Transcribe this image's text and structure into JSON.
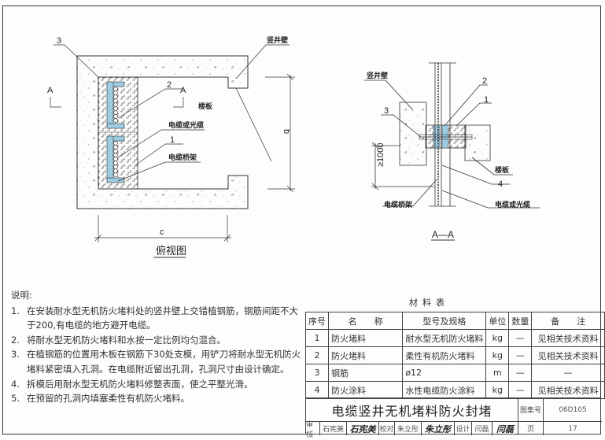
{
  "plan_view": {
    "label_3": "3",
    "label_2": "2",
    "label_1": "1",
    "label_shaft_wall": "竖井壁",
    "label_floor_slab": "楼板",
    "label_cable": "电缆或光缆",
    "label_tray": "电缆桥架",
    "section_mark_left": "A",
    "section_mark_right": "A",
    "dim_b": "b",
    "dim_c": "c",
    "title": "俯视图"
  },
  "section_view": {
    "label_shaft_wall": "竖井壁",
    "label_2": "2",
    "label_1": "1",
    "label_3": "3",
    "label_4": "4",
    "label_floor_slab": "楼板",
    "label_tray": "电缆桥架",
    "label_cable": "电缆或光缆",
    "dim_height": "≥1000",
    "title": "A—A"
  },
  "notes": {
    "title": "说明:",
    "items": [
      {
        "n": "1.",
        "text": "在安装耐水型无机防火堵料处的竖井壁上交错植钢筋，钢筋间距不大于200,有电缆的地方避开电缆。"
      },
      {
        "n": "2.",
        "text": "将耐水型无机防火堵料和水按一定比例均匀混合。"
      },
      {
        "n": "3.",
        "text": "在植钢筋的位置用木板在钢筋下30处支模，用铲刀将耐水型无机防火堵料紧密填入孔洞。在电缆附近留出孔洞，孔洞尺寸由设计确定。"
      },
      {
        "n": "4.",
        "text": "拆模后用耐水型无机防火堵料修整表面，使之平整光滑。"
      },
      {
        "n": "5.",
        "text": "在预留的孔洞内填塞柔性有机防火堵料。"
      }
    ]
  },
  "materials": {
    "title": "材料表",
    "headers": [
      "序号",
      "名　　称",
      "型号及规格",
      "单位",
      "数量",
      "备　　注"
    ],
    "rows": [
      [
        "1",
        "防火堵料",
        "耐水型无机防火堵料",
        "kg",
        "—",
        "见相关技术资料"
      ],
      [
        "2",
        "防火堵料",
        "柔性有机防火堵料",
        "kg",
        "—",
        "见相关技术资料"
      ],
      [
        "3",
        "钢筋",
        "ø12",
        "m",
        "—",
        "—"
      ],
      [
        "4",
        "防火涂料",
        "水性电缆防火涂料",
        "kg",
        "—",
        "见相关技术资料"
      ]
    ]
  },
  "title_block": {
    "drawing_title": "电缆竖井无机堵料防火封堵",
    "atlas_label": "图集号",
    "atlas_no": "06D105",
    "page_label": "页",
    "page_no": "17",
    "review_label": "审核",
    "reviewer": "石宪美",
    "reviewer_sig": "石宪美",
    "check_label": "校对",
    "checker": "朱立彤",
    "checker_sig": "朱立彤",
    "design_label": "设计",
    "designer": "闫磊",
    "designer_sig": "闫磊"
  },
  "colors": {
    "fire_block_blue": "#a9d4ea",
    "line": "#333333"
  }
}
